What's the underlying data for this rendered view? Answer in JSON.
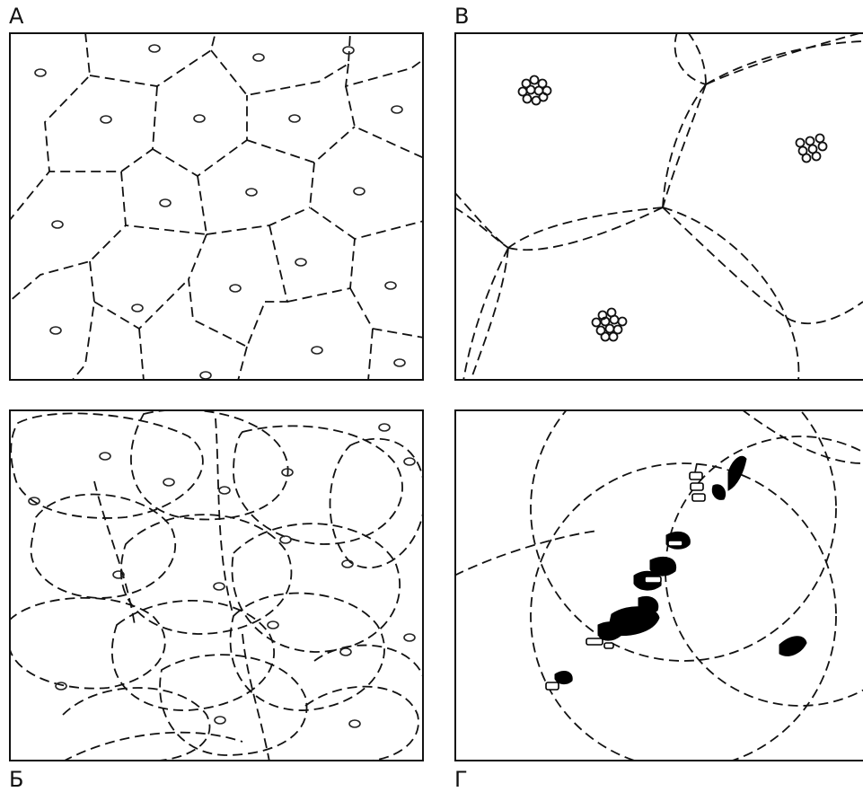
{
  "panels": {
    "a": {
      "label": "А"
    },
    "b": {
      "label": "Б"
    },
    "v": {
      "label": "В"
    },
    "g": {
      "label": "Г"
    }
  },
  "colors": {
    "stroke": "#111111",
    "background": "#ffffff"
  }
}
